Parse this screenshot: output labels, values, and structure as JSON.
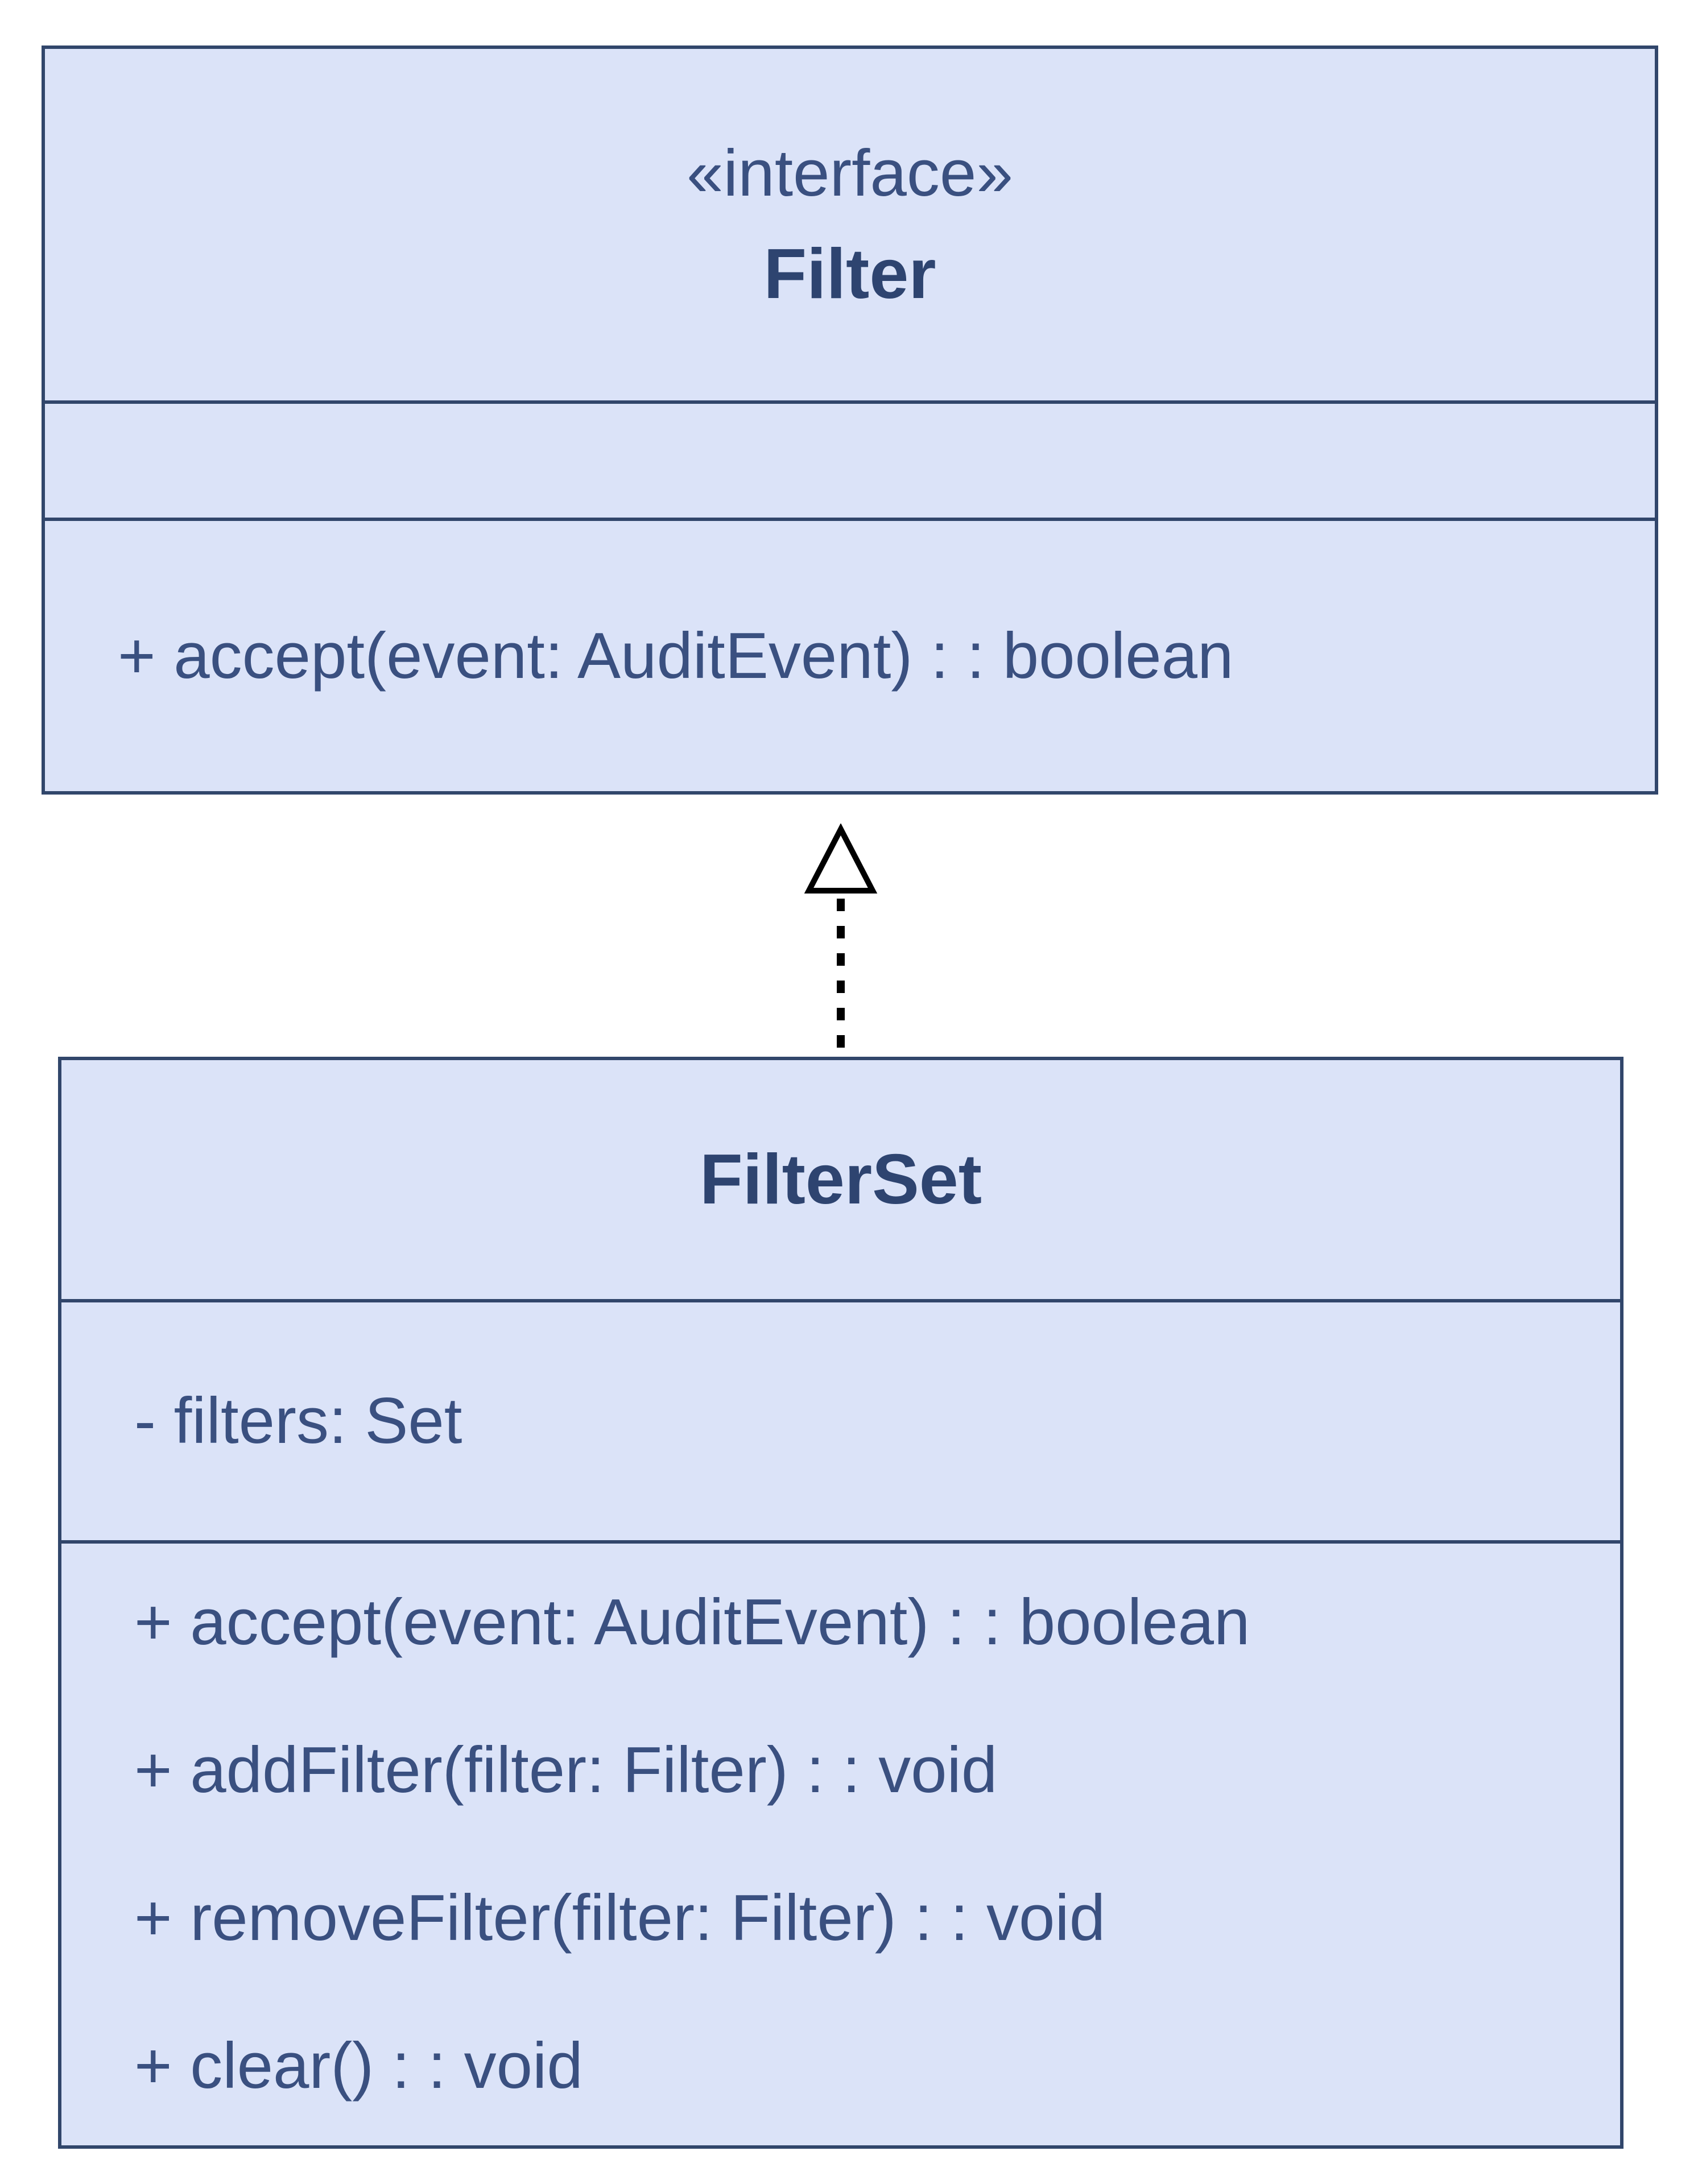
{
  "colors": {
    "background": "#ffffff",
    "fill": "#dbe3f8",
    "border": "#31466b",
    "text": "#3a5080",
    "title": "#2e4470",
    "arrow": "#000000"
  },
  "uml": {
    "interface": {
      "stereotype": "«interface»",
      "name": "Filter",
      "attributes": [],
      "methods": [
        "+ accept(event: AuditEvent) : : boolean"
      ]
    },
    "filterset": {
      "name": "FilterSet",
      "attributes": [
        "- filters: Set"
      ],
      "methods": [
        "+ accept(event: AuditEvent) : : boolean",
        "+ addFilter(filter: Filter) : : void",
        "+ removeFilter(filter: Filter) : : void",
        "+ clear() : : void"
      ]
    },
    "relationship": {
      "type": "realization",
      "from": "FilterSet",
      "to": "Filter",
      "style": "dashed-hollow-triangle"
    }
  }
}
